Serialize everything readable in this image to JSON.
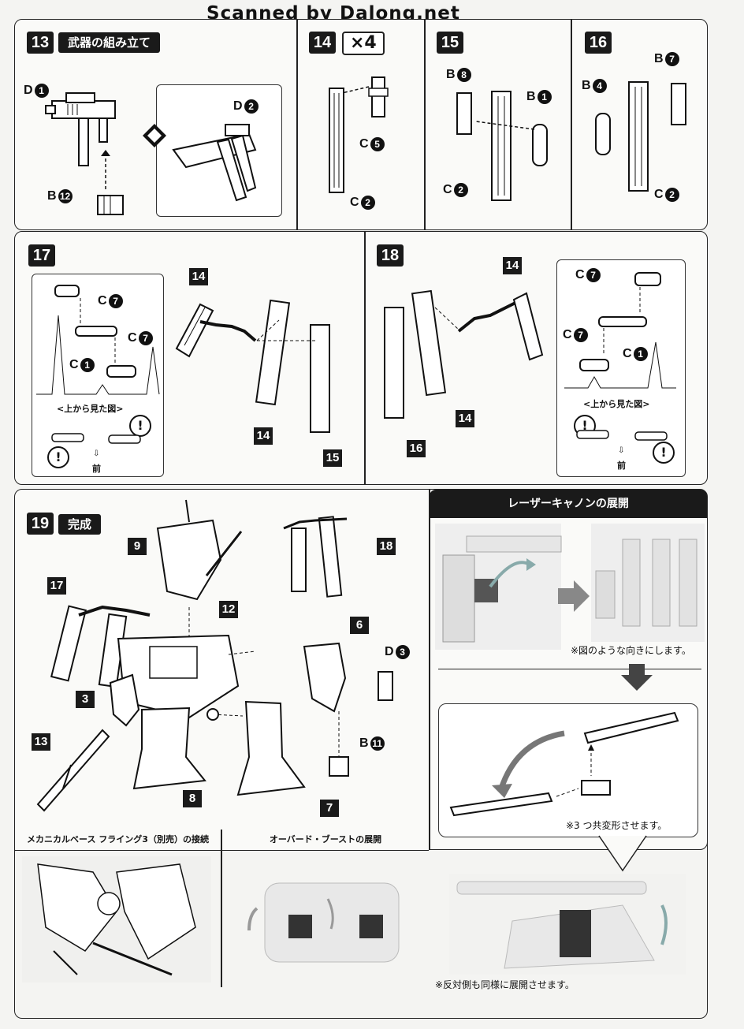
{
  "watermark": "Scanned by Dalong.net",
  "step13": {
    "num": "13",
    "title": "武器の組み立て",
    "parts": {
      "d1": "D",
      "d1n": "1",
      "b12": "B",
      "b12n": "12",
      "d2": "D",
      "d2n": "2"
    }
  },
  "step14": {
    "num": "14",
    "mult": "×4",
    "parts": {
      "c5": "C",
      "c5n": "5",
      "c2": "C",
      "c2n": "2"
    }
  },
  "step15": {
    "num": "15",
    "parts": {
      "b8": "B",
      "b8n": "8",
      "b1": "B",
      "b1n": "1",
      "c2": "C",
      "c2n": "2"
    }
  },
  "step16": {
    "num": "16",
    "parts": {
      "b4": "B",
      "b4n": "4",
      "b7": "B",
      "b7n": "7",
      "c2": "C",
      "c2n": "2"
    }
  },
  "step17": {
    "num": "17",
    "refs": [
      "14",
      "14",
      "15"
    ],
    "inset": {
      "c7a": "C",
      "c7an": "7",
      "c1": "C",
      "c1n": "1",
      "c7b": "C",
      "c7bn": "7",
      "view": "<上から見た図>",
      "front": "前",
      "warn": "!"
    }
  },
  "step18": {
    "num": "18",
    "refs": [
      "14",
      "14",
      "16"
    ],
    "inset": {
      "c7a": "C",
      "c7an": "7",
      "c7b": "C",
      "c7bn": "7",
      "c1": "C",
      "c1n": "1",
      "view": "<上から見た図>",
      "front": "前",
      "warn": "!"
    }
  },
  "step19": {
    "num": "19",
    "title": "完成",
    "refs": {
      "r9": "9",
      "r17": "17",
      "r12": "12",
      "r18": "18",
      "r6": "6",
      "r3": "3",
      "r13": "13",
      "r8": "8",
      "r7": "7"
    },
    "parts": {
      "d3": "D",
      "d3n": "3",
      "b11": "B",
      "b11n": "11"
    }
  },
  "laser": {
    "title": "レーザーキャノンの展開",
    "note1": "※図のような向きにします。",
    "note2": "※3 つ共変形させます。",
    "note3": "※反対側も同様に展開させます。"
  },
  "mech": {
    "title": "メカニカルベース フライング3（別売）の接続"
  },
  "overboost": {
    "title": "オーバード・ブーストの展開"
  }
}
